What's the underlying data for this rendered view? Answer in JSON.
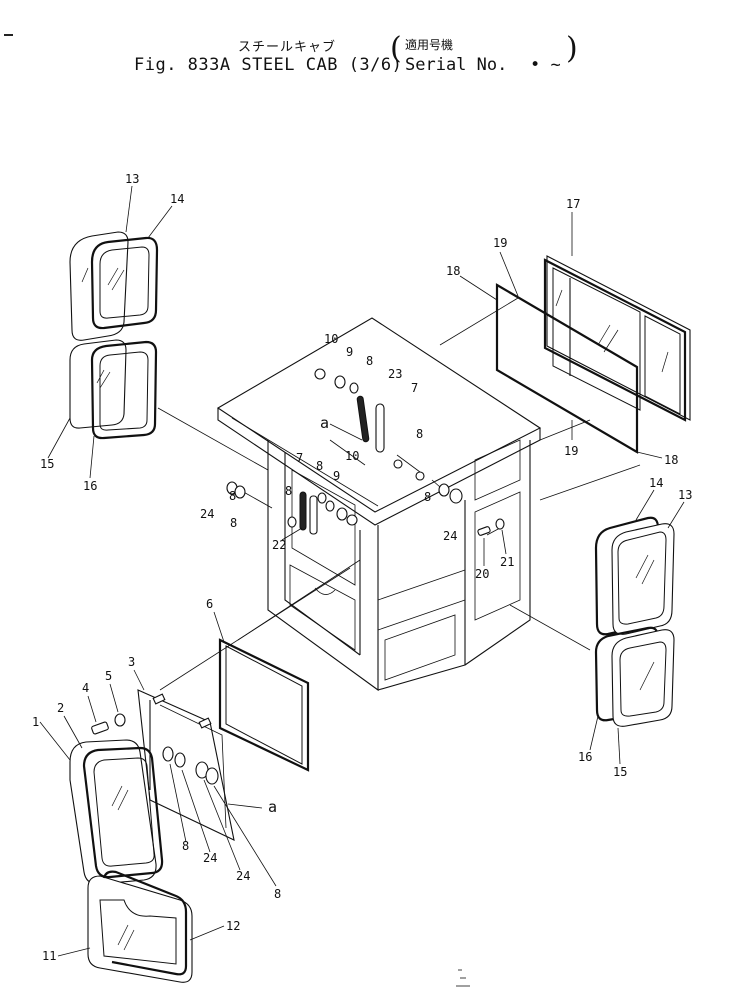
{
  "header": {
    "title_jp": "スチールキャブ",
    "title": "Fig. 833A  STEEL CAB (3/6)",
    "serial_jp": "適用号機",
    "serial_label": "Serial No.",
    "serial_range": "•  ~"
  },
  "callouts": {
    "c1": "1",
    "c2": "2",
    "c3": "3",
    "c4": "4",
    "c5": "5",
    "c6": "6",
    "c7a": "7",
    "c7b": "7",
    "c8a": "8",
    "c8b": "8",
    "c8c": "8",
    "c8d": "8",
    "c8e": "8",
    "c8f": "8",
    "c8g": "8",
    "c8h": "8",
    "c8i": "8",
    "c9a": "9",
    "c9b": "9",
    "c10a": "10",
    "c10b": "10",
    "c11": "11",
    "c12": "12",
    "c13a": "13",
    "c13b": "13",
    "c14a": "14",
    "c14b": "14",
    "c15a": "15",
    "c15b": "15",
    "c16a": "16",
    "c16b": "16",
    "c17": "17",
    "c18a": "18",
    "c18b": "18",
    "c19a": "19",
    "c19b": "19",
    "c20": "20",
    "c21": "21",
    "c22": "22",
    "c23": "23",
    "c24a": "24",
    "c24b": "24",
    "c24c": "24",
    "c24d": "24",
    "ref_a1": "a",
    "ref_a2": "a"
  },
  "colors": {
    "ink": "#111111",
    "paper": "#ffffff"
  }
}
